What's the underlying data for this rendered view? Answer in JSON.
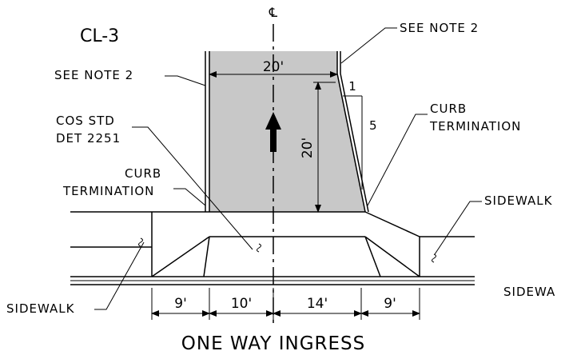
{
  "drawing": {
    "id_label": "CL-3",
    "centerline_symbol": "℄",
    "title": "ONE WAY INGRESS",
    "colors": {
      "line": "#000000",
      "pavement_fill": "#c8c8c8",
      "background": "#ffffff"
    },
    "callouts": {
      "see_note_left": "SEE NOTE 2",
      "see_note_right": "SEE NOTE 2",
      "cos_std_line1": "COS STD",
      "cos_std_line2": "DET 2251",
      "curb_term_left_line1": "CURB",
      "curb_term_left_line2": "TERMINATION",
      "curb_term_right_line1": "CURB",
      "curb_term_right_line2": "TERMINATION",
      "sidewalk_right": "SIDEWALK",
      "sidewalk_left": "SIDEWALK",
      "sidewalk_cut": "SIDEWA"
    },
    "taper": {
      "rise": "1",
      "run": "5"
    },
    "dimensions": {
      "driveway_width": "20'",
      "driveway_depth": "20'",
      "bottom": [
        "9'",
        "10'",
        "14'",
        "9'"
      ]
    },
    "direction_arrow_icon": "up-arrow-icon"
  }
}
